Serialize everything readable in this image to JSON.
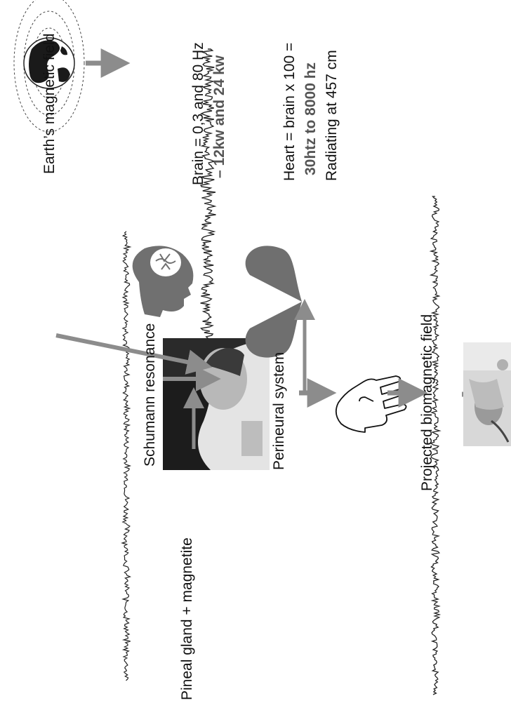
{
  "labels": {
    "earth_field": "Earth’s magnetic field",
    "schumann": "Schumann resonance",
    "pineal": "Pineal gland + magnetite",
    "perineural": "Perineural system",
    "projected": "Projected biomagnetic field"
  },
  "brain": {
    "line1": "Brain = 0,3  and 80 Hz",
    "line2": "– 12kw and 24 kw"
  },
  "heart": {
    "line1": "Heart = brain x 100 =",
    "line2": "30htz to 8000 hz",
    "line3": "Radiating at 457 cm"
  },
  "colors": {
    "arrow": "#8c8c8c",
    "heart": "#6f6f6f",
    "head": "#707070",
    "text_gray": "#555555"
  },
  "icons": [
    "globe-icon",
    "head-brain-icon",
    "heart-icon",
    "hand-icon",
    "person-photo",
    "healing-photo"
  ]
}
